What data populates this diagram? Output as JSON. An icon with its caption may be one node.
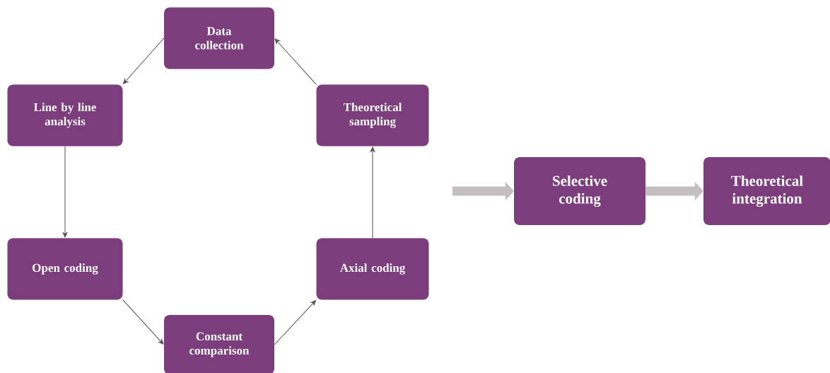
{
  "diagram": {
    "nodes": [
      {
        "text": [
          "Data collection"
        ]
      },
      {
        "text": [
          "Line by line analysis"
        ]
      },
      {
        "text": [
          "Theoretical sampling"
        ]
      },
      {
        "text": [
          "Open coding"
        ]
      },
      {
        "text": [
          "Axial coding"
        ]
      },
      {
        "text": [
          "Constant comparison"
        ]
      },
      {
        "text": [
          "Selective coding"
        ]
      },
      {
        "text": [
          "Theoretical integration"
        ]
      }
    ],
    "edges": [
      {
        "from": 0,
        "to": 1,
        "arrow": "to"
      },
      {
        "from": 1,
        "to": 3,
        "arrow": "to"
      },
      {
        "from": 3,
        "to": 5,
        "arrow": "to"
      },
      {
        "from": 5,
        "to": 4,
        "arrow": "to"
      },
      {
        "from": 4,
        "to": 2,
        "arrow": "to"
      },
      {
        "from": 2,
        "to": 0,
        "arrow": "to"
      },
      {
        "from": null,
        "to": 6,
        "arrow": "to",
        "style": "thick",
        "color": "#c3bfc1"
      },
      {
        "from": 6,
        "to": 7,
        "arrow": "to",
        "style": "thick",
        "color": "#c3bfc1"
      }
    ]
  }
}
